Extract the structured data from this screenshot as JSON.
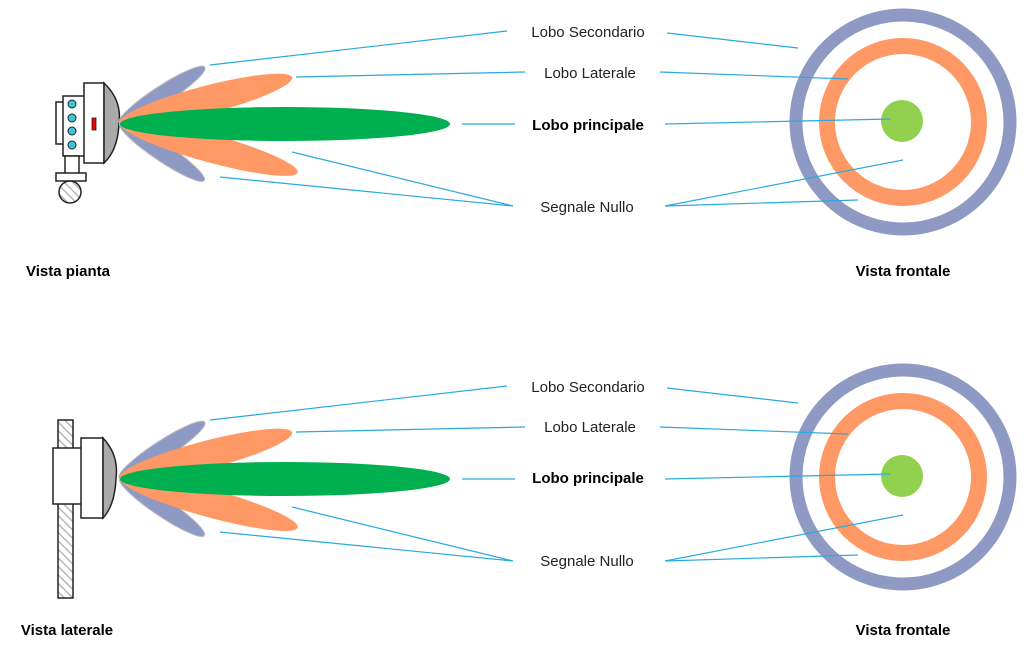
{
  "colors": {
    "secondary_lobe": "#8e9ac4",
    "lateral_lobe": "#fe9966",
    "main_lobe": "#00b050",
    "center": "#92d050",
    "leader": "#29a9e0"
  },
  "top": {
    "labels": {
      "secondary": "Lobo Secondario",
      "lateral": "Lobo Laterale",
      "main": "Lobo principale",
      "null": "Segnale Nullo"
    },
    "left_caption": "Vista pianta",
    "right_caption": "Vista frontale"
  },
  "bottom": {
    "labels": {
      "secondary": "Lobo Secondario",
      "lateral": "Lobo Laterale",
      "main": "Lobo principale",
      "null": "Segnale Nullo"
    },
    "left_caption": "Vista laterale",
    "right_caption": "Vista frontale"
  }
}
